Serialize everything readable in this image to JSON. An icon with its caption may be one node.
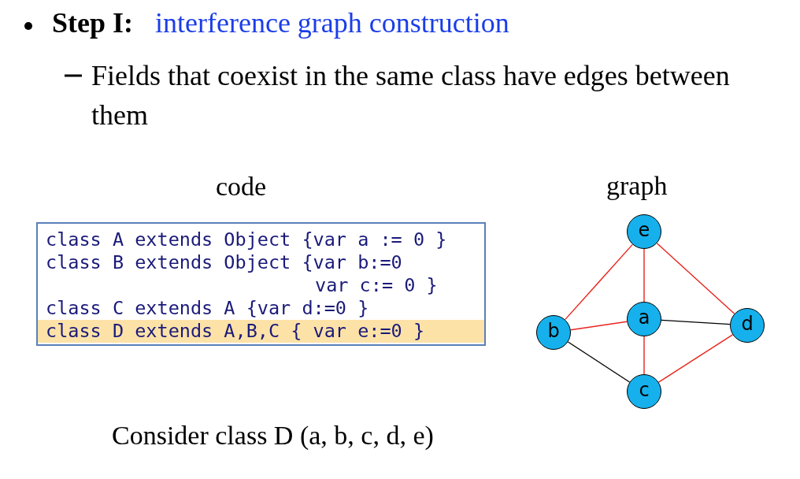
{
  "diagram": {
    "nodes": [
      {
        "text": [
          "code",
          "class A extends Object {var a := 0 }",
          "class B extends Object {var b:=0",
          "var c:= 0 }",
          "class C extends A {var d:=0 }",
          "class D extends A,B,C { var e:=0 }"
        ]
      },
      {
        "text": [
          "e"
        ]
      },
      {
        "text": [
          "b"
        ]
      },
      {
        "text": [
          "a"
        ]
      },
      {
        "text": [
          "d"
        ]
      },
      {
        "text": [
          "c"
        ]
      }
    ],
    "edges": [
      {
        "from": 1,
        "to": 2,
        "arrow": "none"
      },
      {
        "from": 1,
        "to": 3,
        "arrow": "none"
      },
      {
        "from": 1,
        "to": 4,
        "arrow": "none"
      },
      {
        "from": 2,
        "to": 3,
        "arrow": "none"
      },
      {
        "from": 3,
        "to": 4,
        "arrow": "none",
        "color": "#000000"
      },
      {
        "from": 2,
        "to": 5,
        "arrow": "none",
        "color": "#000000"
      },
      {
        "from": 3,
        "to": 5,
        "arrow": "none"
      },
      {
        "from": 5,
        "to": 4,
        "arrow": "none"
      }
    ],
    "labels": [
      "**Step I**:",
      "interference graph construction",
      "Fields that coexist in the same class have edges between them",
      "graph",
      "Consider class D (a, b, c, d, e)"
    ]
  }
}
